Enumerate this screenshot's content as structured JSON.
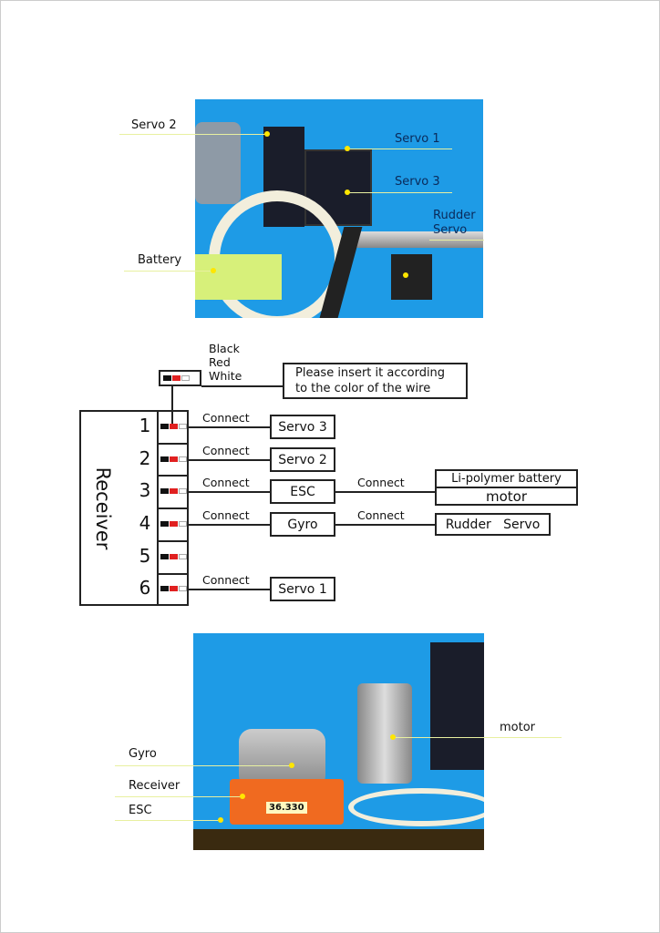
{
  "photo_top": {
    "labels": {
      "servo2": "Servo 2",
      "servo1": "Servo 1",
      "servo3": "Servo 3",
      "rudder_servo_line1": "Rudder",
      "rudder_servo_line2": "Servo",
      "battery": "Battery"
    }
  },
  "diagram": {
    "wire_colors": {
      "black": "Black",
      "red": "Red",
      "white": "White"
    },
    "note": {
      "line1": "Please insert it according",
      "line2": "to the color of the wire"
    },
    "receiver_label": "Receiver",
    "connect_label": "Connect",
    "channels": [
      {
        "number": "1",
        "target": "Servo 3"
      },
      {
        "number": "2",
        "target": "Servo 2"
      },
      {
        "number": "3",
        "target": "ESC",
        "next": "Li-polymer battery",
        "next2": "motor"
      },
      {
        "number": "4",
        "target": "Gyro",
        "next": "Rudder   Servo"
      },
      {
        "number": "5"
      },
      {
        "number": "6",
        "target": "Servo 1"
      }
    ],
    "colors": {
      "black": "#111111",
      "red": "#e02020",
      "white": "#ffffff"
    }
  },
  "photo_bottom": {
    "labels": {
      "motor": "motor",
      "gyro": "Gyro",
      "receiver": "Receiver",
      "esc": "ESC"
    },
    "esc_sticker": "36.330"
  }
}
